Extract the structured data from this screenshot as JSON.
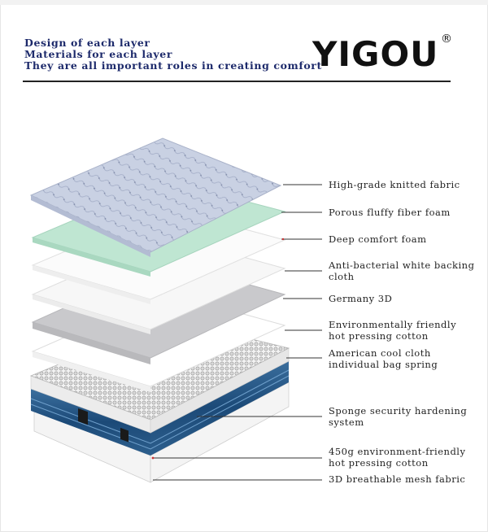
{
  "header": {
    "lines": [
      "Design of each layer",
      "Materials for each layer",
      "They are all important roles in creating comfort"
    ],
    "brand": "YIGOU",
    "registered_mark": "®"
  },
  "layers": [
    "High-grade knitted fabric",
    "Porous fluffy fiber foam",
    "Deep comfort foam",
    "Anti-bacterial white backing",
    "cloth",
    "Germany 3D",
    "Environmentally friendly",
    "hot pressing cotton",
    "American cool cloth",
    "individual bag spring",
    "Sponge security hardening",
    "system",
    "450g environment-friendly",
    "hot pressing cotton",
    "3D breathable mesh fabric"
  ],
  "colors": {
    "header_text": "#1d2a6b",
    "fabric": "#c9d1e3",
    "fiber_foam": "#bfe6d2",
    "mattress_border": "#1f4f7a"
  }
}
